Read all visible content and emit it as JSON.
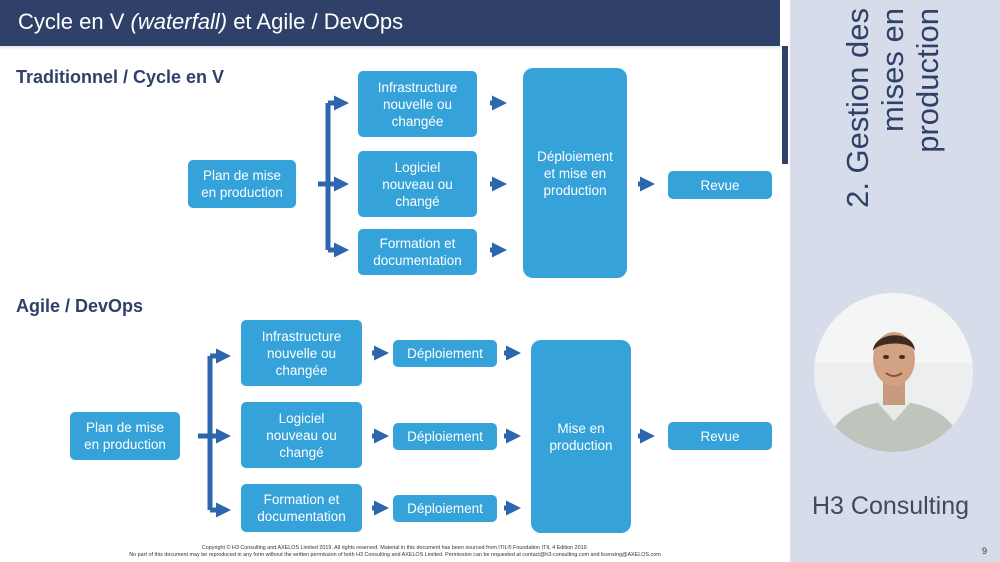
{
  "header": {
    "title_prefix": "Cycle en V ",
    "title_em": "(waterfall)",
    "title_suffix": " et Agile / DevOps"
  },
  "side_panel": {
    "vertical_title": "2. Gestion des\nmises en\nproduction",
    "brand": "H3 Consulting",
    "page_number": "9"
  },
  "traditional": {
    "heading": "Traditionnel  / Cycle en V",
    "plan": "Plan de mise\nen production",
    "branches": [
      "Infrastructure\nnouvelle ou\nchangée",
      "Logiciel\nnouveau ou\nchangé",
      "Formation et\ndocumentation"
    ],
    "deployment": "Déploiement\net mise en\nproduction",
    "review": "Revue"
  },
  "agile": {
    "heading": "Agile  / DevOps",
    "plan": "Plan de mise\nen production",
    "branches": [
      "Infrastructure\nnouvelle ou\nchangée",
      "Logiciel\nnouveau ou\nchangé",
      "Formation et\ndocumentation"
    ],
    "deploy_steps": [
      "Déploiement",
      "Déploiement",
      "Déploiement"
    ],
    "release": "Mise en\nproduction",
    "review": "Revue"
  },
  "footer": {
    "copyright_line1": "Copyright © H3 Consulting and AXELOS Limited 2019. All rights reserved. Material in this document has been sourced from ITIL® Foundation ITIL 4 Edition 2019.",
    "copyright_line2": "No part of this document may be reproduced in any form without the written permission of both H3 Consulting and AXELOS Limited. Permission can be requested at contact@h3-consulting.com and licensing@AXELOS.com"
  },
  "colors": {
    "title_bar": "#2f4069",
    "box_fill": "#35a2d9",
    "connector": "#2e66ad",
    "side_panel": "#d6dcea"
  }
}
